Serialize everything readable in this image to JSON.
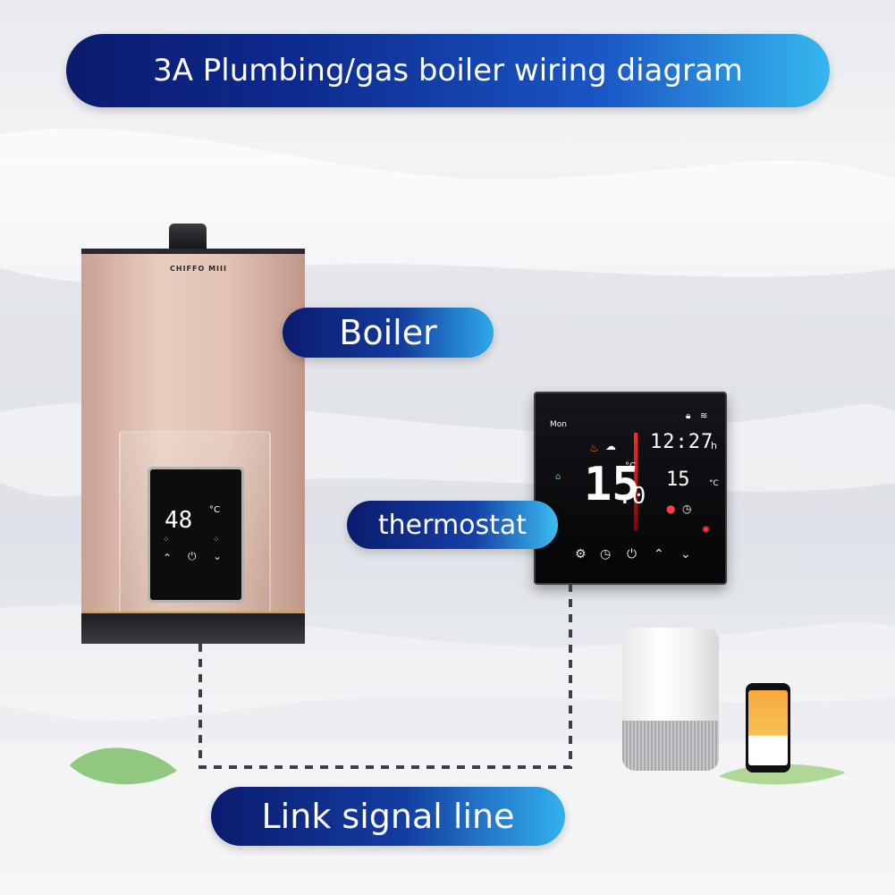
{
  "header": {
    "title": "3A Plumbing/gas boiler wiring diagram"
  },
  "labels": {
    "boiler": "Boiler",
    "thermostat": "thermostat",
    "link_signal_line": "Link signal line"
  },
  "boiler_device": {
    "brand": "CHIFFO MIII",
    "display_temp": "48",
    "display_unit": "°C"
  },
  "thermostat_device": {
    "day": "Mon",
    "clock": "12:27",
    "clock_suffix": "h",
    "set_temp": "15",
    "set_temp_decimal": ".0",
    "set_temp_unit": "°C",
    "room_temp": "15",
    "room_temp_unit": "°C"
  },
  "icons": {
    "thermostat_buttons": [
      "gear-icon",
      "clock-icon",
      "power-icon",
      "up-arrow-icon",
      "down-arrow-icon"
    ],
    "boiler_buttons": [
      "grid-icon",
      "up-arrow-icon",
      "power-icon",
      "down-arrow-icon"
    ]
  },
  "colors": {
    "pill_dark": "#0b1b6e",
    "pill_light": "#35b7ef",
    "signal_line": "#3a3f4a",
    "thermostat_accent": "#ff2a2a"
  }
}
